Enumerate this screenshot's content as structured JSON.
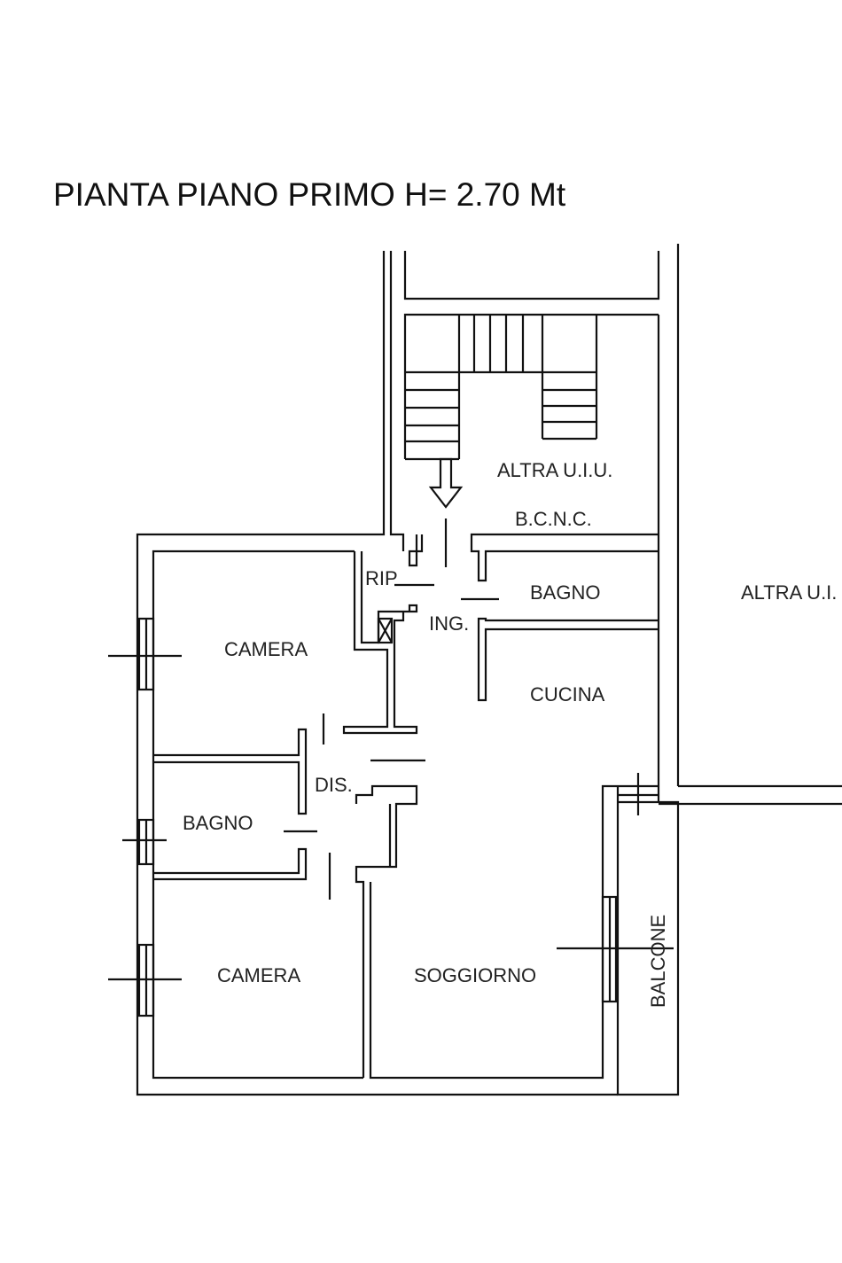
{
  "title": "PIANTA PIANO PRIMO  H= 2.70 Mt",
  "rooms": {
    "altra_uiu": "ALTRA U.I.U.",
    "bcnc": "B.C.N.C.",
    "rip": "RIP",
    "ing": "ING.",
    "bagno_1": "BAGNO",
    "cucina": "CUCINA",
    "camera_1": "CAMERA",
    "dis": "DIS.",
    "bagno_2": "BAGNO",
    "camera_2": "CAMERA",
    "soggiorno": "SOGGIORNO",
    "balcone": "BALCONE",
    "altra_ui_right": "ALTRA U.I."
  }
}
